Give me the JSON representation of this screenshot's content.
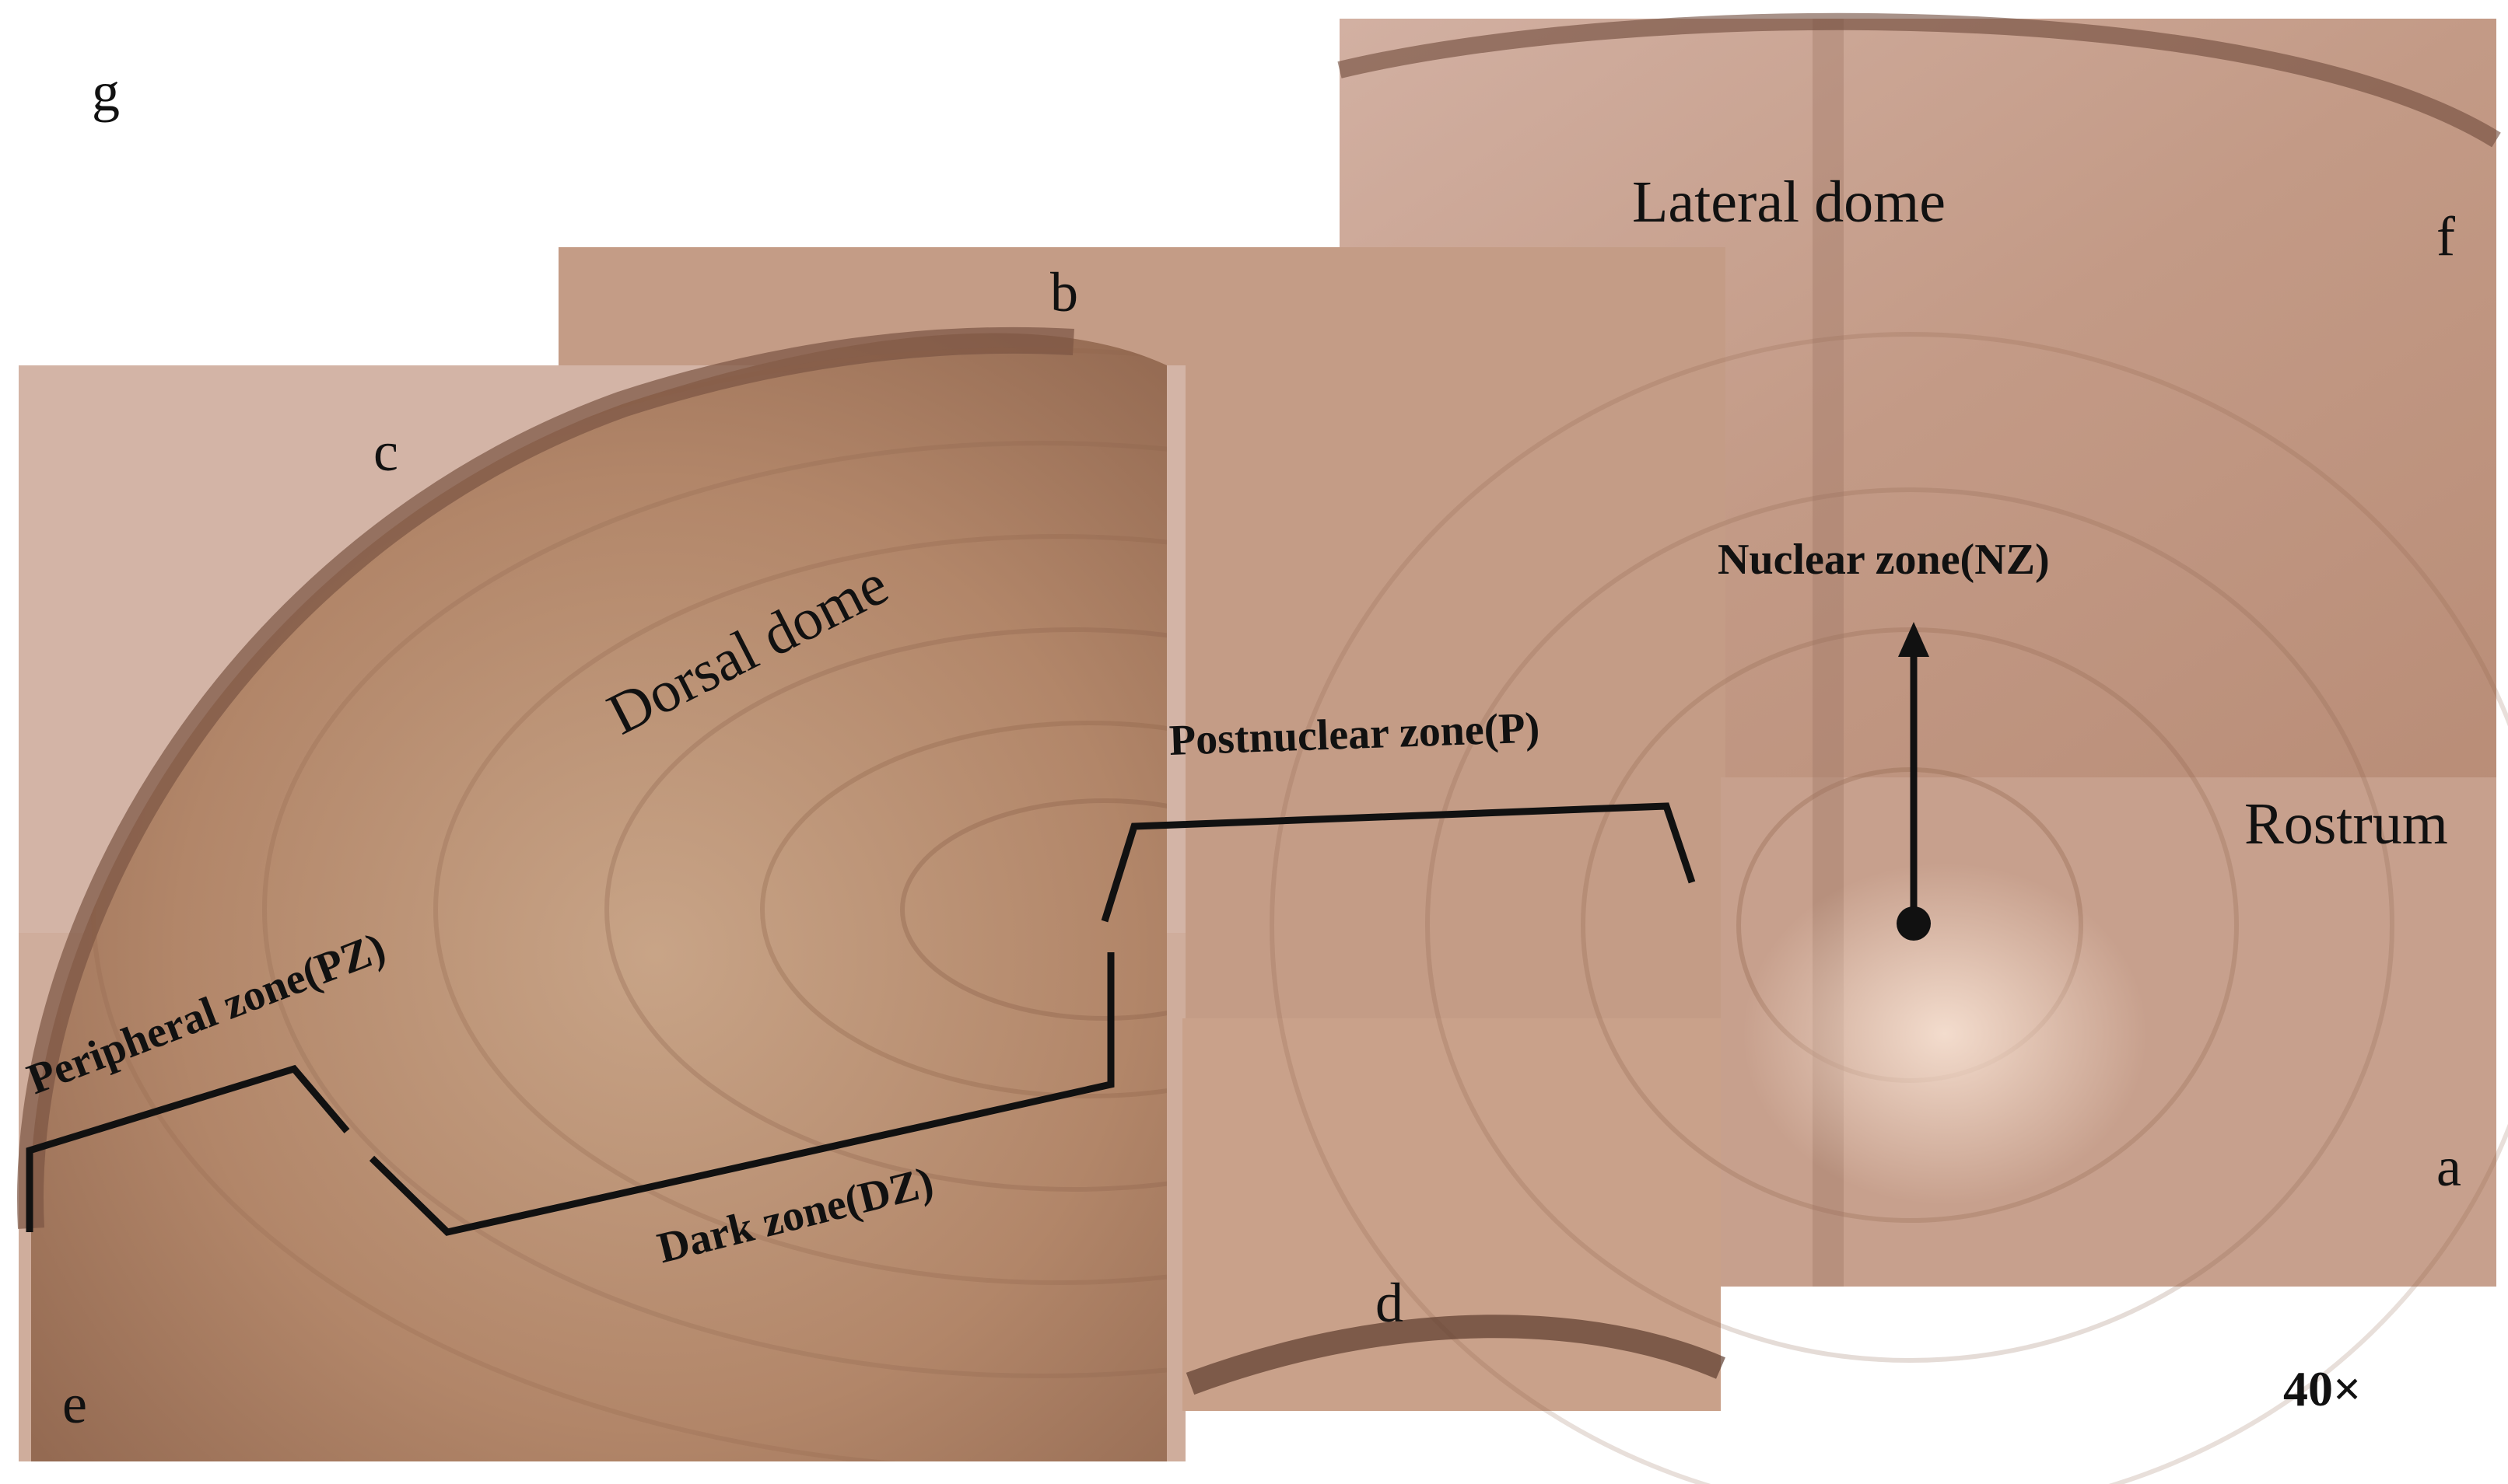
{
  "figure": {
    "panel_letters": [
      "g",
      "b",
      "c",
      "f",
      "a",
      "d",
      "e"
    ],
    "region_labels": {
      "lateral_dome": "Lateral dome",
      "dorsal_dome": "Dorsal dome",
      "rostrum": "Rostrum"
    },
    "zone_labels": {
      "nuclear": "Nuclear zone(NZ)",
      "postnuclear": "Postnuclear zone(P)",
      "peripheral": "Peripheral zone(PZ)",
      "dark": "Dark zone(DZ)"
    },
    "magnification": "40×"
  }
}
